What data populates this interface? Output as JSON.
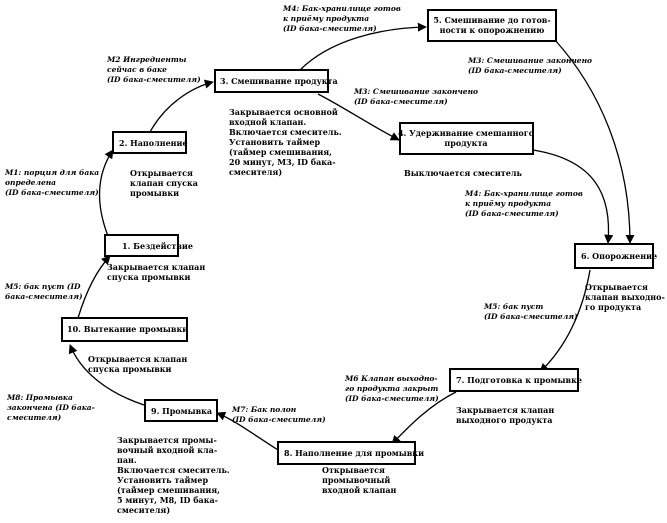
{
  "states": [
    {
      "id": "s1",
      "lines": [
        "1. Бездействие"
      ]
    },
    {
      "id": "s2",
      "lines": [
        "2. Наполнение"
      ]
    },
    {
      "id": "s3",
      "lines": [
        "3. Смешивание продукта"
      ]
    },
    {
      "id": "s4",
      "lines": [
        "4. Удерживание смешанного",
        "продукта"
      ]
    },
    {
      "id": "s5",
      "lines": [
        "5. Смешивание до готов-",
        "ности к опорожнению"
      ]
    },
    {
      "id": "s6",
      "lines": [
        "6. Опорожнение"
      ]
    },
    {
      "id": "s7",
      "lines": [
        "7. Подготовка к промывке"
      ]
    },
    {
      "id": "s8",
      "lines": [
        "8. Наполнение для промывки"
      ]
    },
    {
      "id": "s9",
      "lines": [
        "9. Промывка"
      ]
    },
    {
      "id": "s10",
      "lines": [
        "10. Вытекание промывки"
      ]
    }
  ],
  "transitions": [
    {
      "id": "t1",
      "lines": [
        "М1: порция для бака",
        "определена",
        "(ID бака-смесителя)"
      ]
    },
    {
      "id": "t2",
      "lines": [
        "М2 Ингредиенты",
        "сейчас в баке",
        "(ID бака-смесителя)"
      ]
    },
    {
      "id": "t3",
      "lines": [
        "М4: Бак-хранилище готов",
        "к приёму продукта",
        "(ID бака-смесителя)"
      ]
    },
    {
      "id": "t4",
      "lines": [
        "М3: Смешивание закончено",
        "(ID бака-смесителя)"
      ]
    },
    {
      "id": "t5",
      "lines": [
        "М3: Смешивание закончено",
        "(ID бака-смесителя)"
      ]
    },
    {
      "id": "t6",
      "lines": [
        "М4: Бак-хранилище готов",
        "к приёму продукта",
        "(ID бака-смесителя)"
      ]
    },
    {
      "id": "t7",
      "lines": [
        "М5: бак пуст",
        "(ID бака-смесителя)"
      ]
    },
    {
      "id": "t8",
      "lines": [
        "М6 Клапан выходно-",
        "го продукта закрыт",
        "(ID бака-смесителя)"
      ]
    },
    {
      "id": "t9",
      "lines": [
        "М7: Бак полон",
        "(ID бака-смесителя)"
      ]
    },
    {
      "id": "t10",
      "lines": [
        "М8: Промывка",
        "закончена (ID бака-",
        "смесителя)"
      ]
    },
    {
      "id": "t11",
      "lines": [
        "М5: бак пуст (ID",
        "бака-смесителя)"
      ]
    }
  ],
  "actions": [
    {
      "id": "a1",
      "lines": [
        "Закрывается клапан",
        "спуска промывки"
      ]
    },
    {
      "id": "a2",
      "lines": [
        "Открывается",
        "клапан спуска",
        "промывки"
      ]
    },
    {
      "id": "a3",
      "lines": [
        "Закрывается основной",
        "входной клапан.",
        "Включается смеситель.",
        "Установить таймер",
        "(таймер смешивания,",
        "20 минут, М3, ID бака-",
        "смесителя)"
      ]
    },
    {
      "id": "a4",
      "lines": [
        "Выключается смеситель"
      ]
    },
    {
      "id": "a6",
      "lines": [
        "Открывается",
        "клапан выходно-",
        "го продукта"
      ]
    },
    {
      "id": "a7",
      "lines": [
        "Закрывается клапан",
        "выходного продукта"
      ]
    },
    {
      "id": "a8",
      "lines": [
        "Открывается",
        "промывочный",
        "входной клапан"
      ]
    },
    {
      "id": "a9",
      "lines": [
        "Закрывается промы-",
        "вочный входной кла-",
        "пан.",
        "Включается смеситель.",
        "Установить таймер",
        "(таймер смешивания,",
        "5 минут, М8, ID бака-",
        "смесителя)"
      ]
    },
    {
      "id": "a10",
      "lines": [
        "Открывается клапан",
        "спуска промывки"
      ]
    }
  ]
}
